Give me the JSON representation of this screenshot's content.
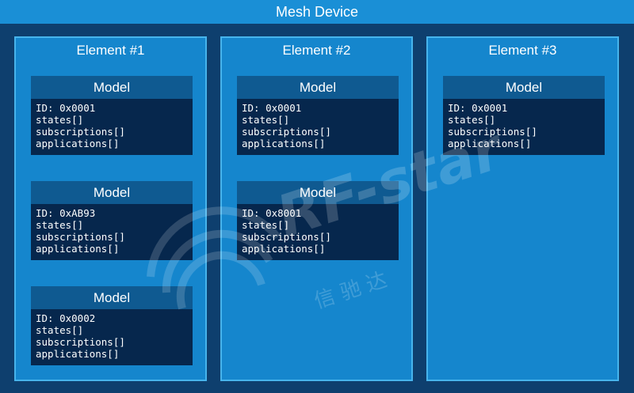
{
  "device": {
    "title": "Mesh Device"
  },
  "elements": [
    {
      "title": "Element #1",
      "models": [
        {
          "head": "Model",
          "id": "ID: 0x0001",
          "states": "states[]",
          "subscriptions": "subscriptions[]",
          "applications": "applications[]"
        },
        {
          "head": "Model",
          "id": "ID: 0xAB93",
          "states": "states[]",
          "subscriptions": "subscriptions[]",
          "applications": "applications[]"
        },
        {
          "head": "Model",
          "id": "ID: 0x0002",
          "states": "states[]",
          "subscriptions": "subscriptions[]",
          "applications": "applications[]"
        }
      ]
    },
    {
      "title": "Element #2",
      "models": [
        {
          "head": "Model",
          "id": "ID: 0x0001",
          "states": "states[]",
          "subscriptions": "subscriptions[]",
          "applications": "applications[]"
        },
        {
          "head": "Model",
          "id": "ID: 0x8001",
          "states": "states[]",
          "subscriptions": "subscriptions[]",
          "applications": "applications[]"
        }
      ]
    },
    {
      "title": "Element #3",
      "models": [
        {
          "head": "Model",
          "id": "ID: 0x0001",
          "states": "states[]",
          "subscriptions": "subscriptions[]",
          "applications": "applications[]"
        }
      ]
    }
  ],
  "watermark": {
    "logo_text": "RF-star",
    "chinese_text": "信 驰 达"
  }
}
